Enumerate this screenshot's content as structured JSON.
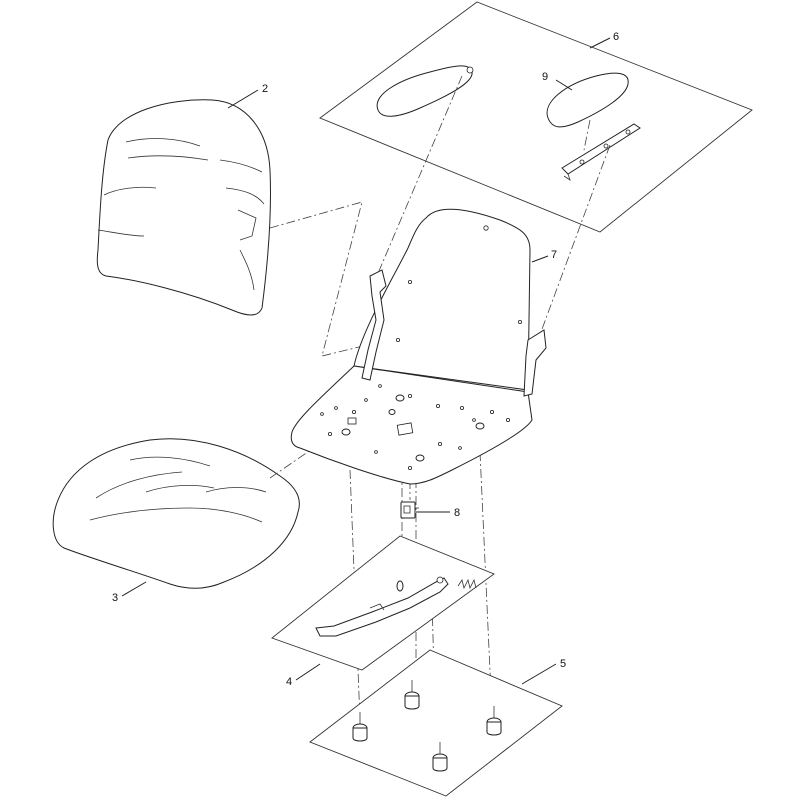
{
  "callouts": {
    "c2": "2",
    "c3": "3",
    "c4": "4",
    "c5": "5",
    "c6": "6",
    "c7": "7",
    "c8": "8",
    "c9": "9"
  }
}
